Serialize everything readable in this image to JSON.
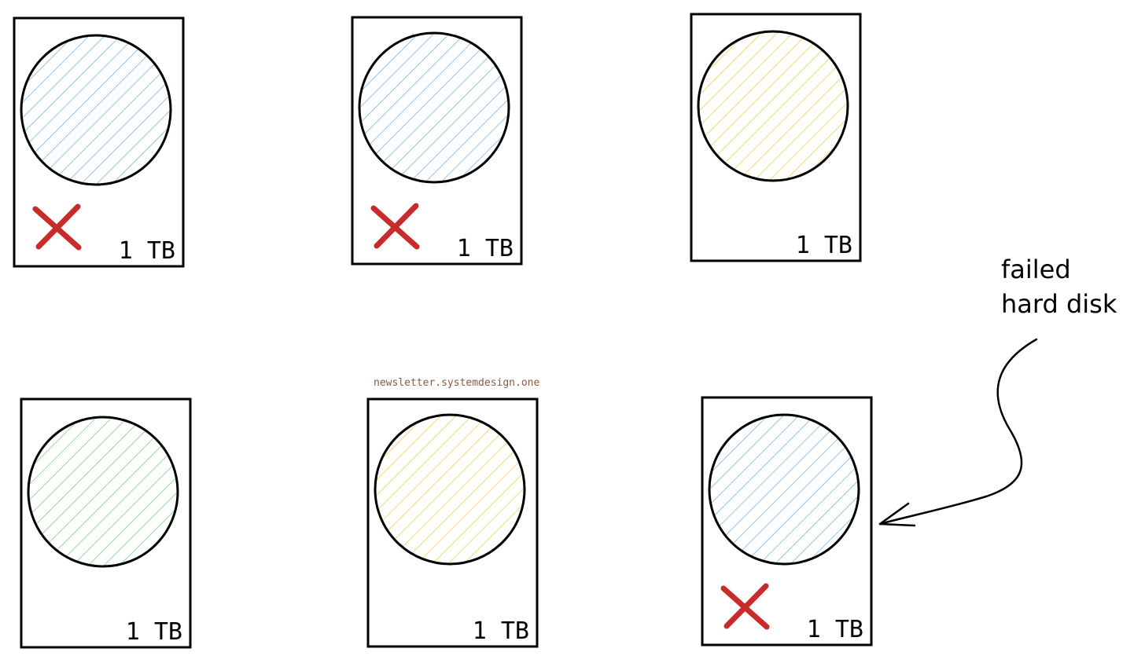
{
  "watermark": "newsletter.systemdesign.one",
  "annotation": {
    "lines": [
      "failed",
      "hard disk"
    ],
    "arrow_target": "disk-6"
  },
  "colors": {
    "blue": "#74b9e8",
    "yellow": "#f5cf54",
    "green": "#77d677",
    "failure": "#c92a2a"
  },
  "disks": [
    {
      "id": "disk-1",
      "capacity": "1 TB",
      "platter_color": "blue",
      "failed": true
    },
    {
      "id": "disk-2",
      "capacity": "1 TB",
      "platter_color": "blue",
      "failed": true
    },
    {
      "id": "disk-3",
      "capacity": "1 TB",
      "platter_color": "yellow",
      "failed": false
    },
    {
      "id": "disk-4",
      "capacity": "1 TB",
      "platter_color": "green",
      "failed": false
    },
    {
      "id": "disk-5",
      "capacity": "1 TB",
      "platter_color": "yellow",
      "failed": false
    },
    {
      "id": "disk-6",
      "capacity": "1 TB",
      "platter_color": "blue",
      "failed": true
    }
  ]
}
